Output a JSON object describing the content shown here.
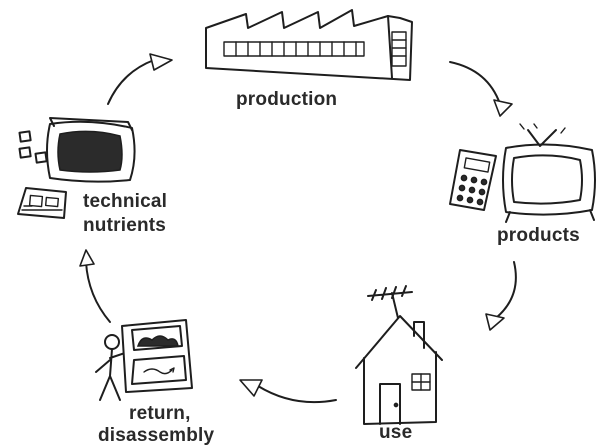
{
  "diagram": {
    "stages": {
      "production": {
        "label": "production"
      },
      "products": {
        "label": "products"
      },
      "use": {
        "label": "use"
      },
      "return_disassembly": {
        "label_line1": "return,",
        "label_line2": "disassembly"
      },
      "technical_nutrients": {
        "label_line1": "technical",
        "label_line2": "nutrients"
      }
    }
  }
}
